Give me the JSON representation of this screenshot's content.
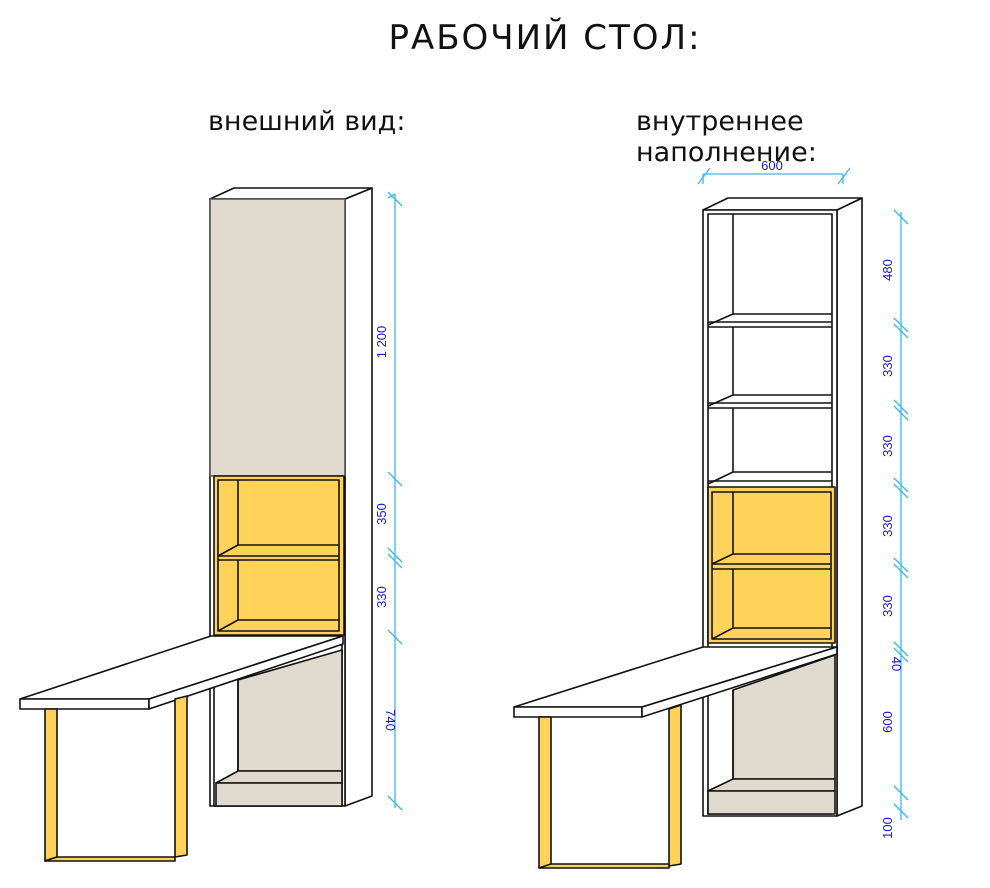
{
  "title": "РАБОЧИЙ СТОЛ:",
  "views": {
    "exterior": {
      "label": "внешний вид:",
      "dimensions_vertical": [
        "1 200",
        "350",
        "330",
        "740"
      ]
    },
    "interior": {
      "label": "внутреннее наполнение:",
      "dimension_width": "600",
      "dimensions_vertical": [
        "480",
        "330",
        "330",
        "330",
        "330",
        "40",
        "600",
        "100"
      ]
    }
  },
  "colors": {
    "outline": "#111111",
    "panel_beige": "#e0dace",
    "accent_yellow": "#ffd35a",
    "dimension_line": "#39b8ee",
    "dimension_text": "#1a1acc"
  }
}
